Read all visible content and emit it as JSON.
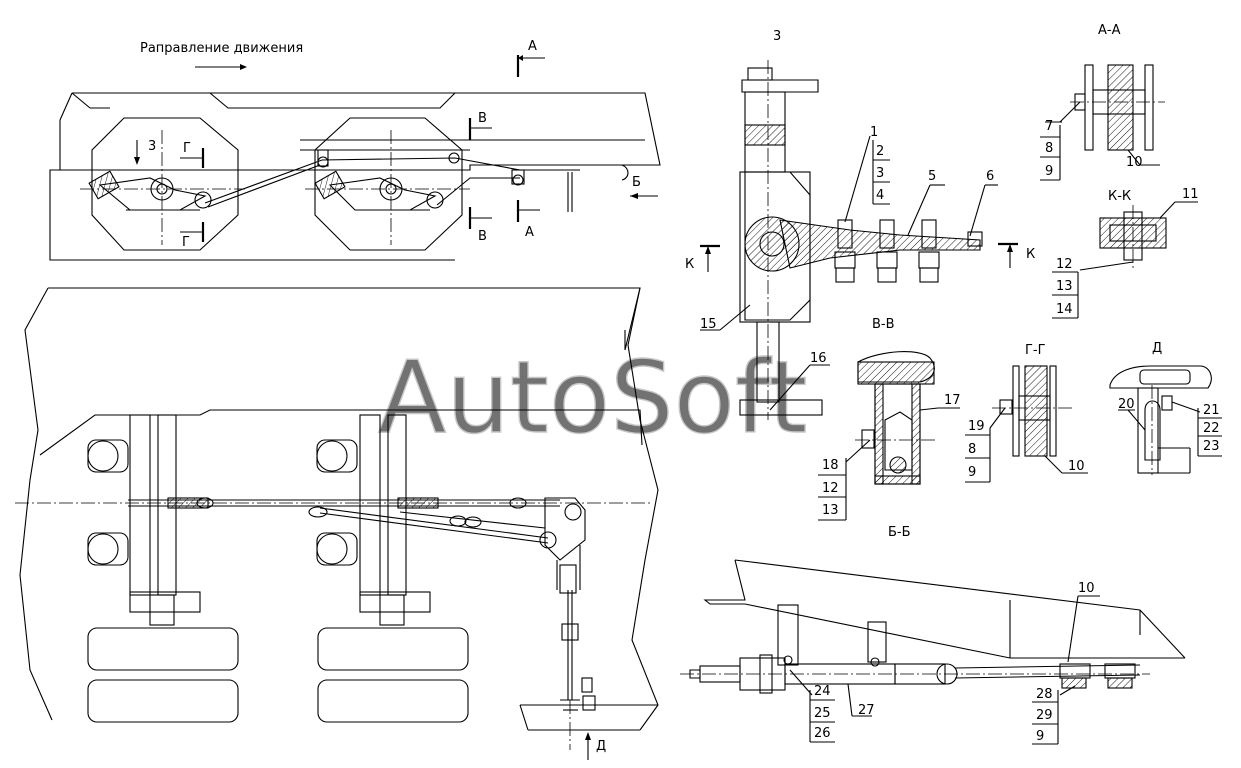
{
  "watermark": "AutoSoft",
  "direction_label": "Рaправление движения",
  "section_marks": {
    "A": "A",
    "B": "Б",
    "V": "В",
    "G": "Г",
    "K": "К",
    "D": "Д",
    "three": "3"
  },
  "view_titles": {
    "view3": "3",
    "aa": "А-А",
    "kk": "К-К",
    "vv": "В-В",
    "gg": "Г-Г",
    "d": "Д",
    "bb": "Б-Б"
  },
  "callouts": {
    "n1": "1",
    "n2": "2",
    "n3": "3",
    "n4": "4",
    "n5": "5",
    "n6": "6",
    "n7": "7",
    "n8": "8",
    "n9": "9",
    "n10": "10",
    "n11": "11",
    "n12": "12",
    "n13": "13",
    "n14": "14",
    "n15": "15",
    "n16": "16",
    "n17": "17",
    "n18": "18",
    "n19": "19",
    "n20": "20",
    "n21": "21",
    "n22": "22",
    "n23": "23",
    "n24": "24",
    "n25": "25",
    "n26": "26",
    "n27": "27",
    "n28": "28",
    "n29": "29"
  }
}
